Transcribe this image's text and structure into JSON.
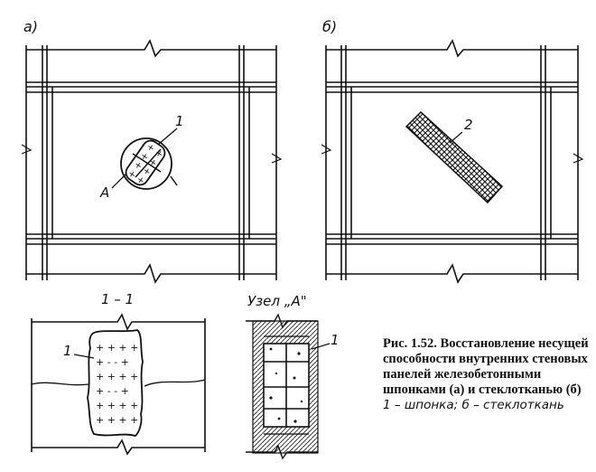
{
  "labels": {
    "panel_a": "а)",
    "panel_b": "б)",
    "section": "1 – 1",
    "node": "Узел „А\"",
    "callout_1": "1",
    "callout_2": "2",
    "callout_A": "А"
  },
  "caption": {
    "number": "Рис. 1.52.",
    "text": "Восстановление несущей способности внутренних стеновых панелей железобетонными шпонками (а) и стеклотканью (б)",
    "legend": "1 – шпонка; б – стеклоткань"
  }
}
